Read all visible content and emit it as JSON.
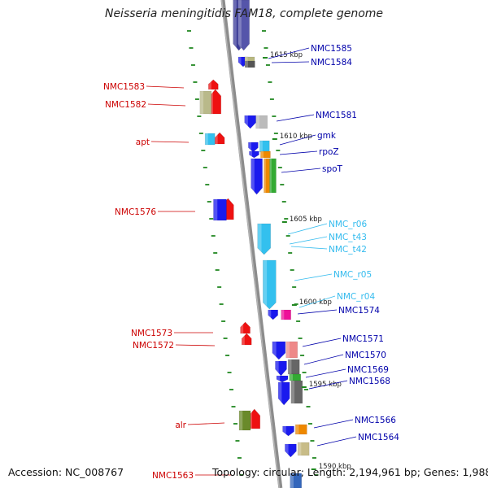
{
  "title": "Neisseria meningitidis FAM18, complete genome",
  "footer": {
    "accession": "Accession: NC_008767",
    "topology": "Topology: circular; Length: 2,194,961 bp; Genes: 1,988"
  },
  "colors": {
    "left_label": "#cc0000",
    "right_label": "#0000aa",
    "rna_label": "#33bbee",
    "backbone": "#8c8c8c",
    "tick": "#228822"
  },
  "ticks": [
    {
      "label": "1615 kbp"
    },
    {
      "label": "1610 kbp"
    },
    {
      "label": "1605 kbp"
    },
    {
      "label": "1600 kbp"
    },
    {
      "label": "1595 kbp"
    },
    {
      "label": "1590 kbp"
    }
  ],
  "left_labels": [
    {
      "text": "NMC1583"
    },
    {
      "text": "NMC1582"
    },
    {
      "text": "apt"
    },
    {
      "text": "NMC1576"
    },
    {
      "text": "NMC1573"
    },
    {
      "text": "NMC1572"
    },
    {
      "text": "alr"
    },
    {
      "text": "NMC1563"
    }
  ],
  "right_labels": [
    {
      "text": "NMC1585",
      "kind": "gene"
    },
    {
      "text": "NMC1584",
      "kind": "gene"
    },
    {
      "text": "NMC1581",
      "kind": "gene"
    },
    {
      "text": "gmk",
      "kind": "gene"
    },
    {
      "text": "rpoZ",
      "kind": "gene"
    },
    {
      "text": "spoT",
      "kind": "gene"
    },
    {
      "text": "NMC_r06",
      "kind": "rna"
    },
    {
      "text": "NMC_t43",
      "kind": "rna"
    },
    {
      "text": "NMC_t42",
      "kind": "rna"
    },
    {
      "text": "NMC_r05",
      "kind": "rna"
    },
    {
      "text": "NMC_r04",
      "kind": "rna"
    },
    {
      "text": "NMC1574",
      "kind": "gene"
    },
    {
      "text": "NMC1571",
      "kind": "gene"
    },
    {
      "text": "NMC1570",
      "kind": "gene"
    },
    {
      "text": "NMC1569",
      "kind": "gene"
    },
    {
      "text": "NMC1568",
      "kind": "gene"
    },
    {
      "text": "NMC1566",
      "kind": "gene"
    },
    {
      "text": "NMC1564",
      "kind": "gene"
    }
  ]
}
